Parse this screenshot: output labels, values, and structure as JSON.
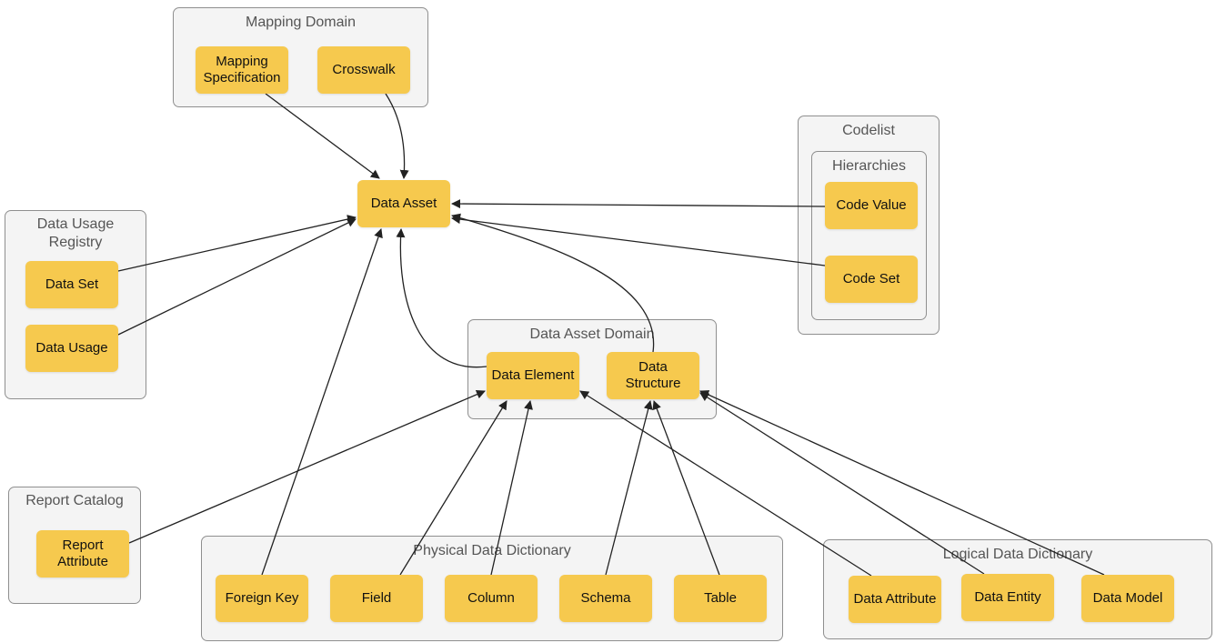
{
  "groups": {
    "mapping_domain": "Mapping Domain",
    "codelist": "Codelist",
    "hierarchies": "Hierarchies",
    "data_usage_registry": "Data Usage Registry",
    "data_asset_domain": "Data Asset Domain",
    "report_catalog": "Report Catalog",
    "physical_data_dictionary": "Physical Data Dictionary",
    "logical_data_dictionary": "Logical Data Dictionary"
  },
  "nodes": {
    "mapping_specification": "Mapping Specification",
    "crosswalk": "Crosswalk",
    "data_asset": "Data Asset",
    "code_value": "Code Value",
    "code_set": "Code Set",
    "data_set": "Data Set",
    "data_usage": "Data Usage",
    "data_element": "Data Element",
    "data_structure": "Data Structure",
    "report_attribute": "Report Attribute",
    "foreign_key": "Foreign Key",
    "field": "Field",
    "column": "Column",
    "schema": "Schema",
    "table": "Table",
    "data_attribute": "Data Attribute",
    "data_entity": "Data Entity",
    "data_model": "Data Model"
  },
  "colors": {
    "node_fill": "#f6c94e",
    "group_fill": "#f4f4f4",
    "group_border": "#8f8f8f",
    "edge": "#222222"
  },
  "edges": [
    [
      "mapping_specification",
      "data_asset"
    ],
    [
      "crosswalk",
      "data_asset"
    ],
    [
      "data_set",
      "data_asset"
    ],
    [
      "data_usage",
      "data_asset"
    ],
    [
      "foreign_key",
      "data_asset"
    ],
    [
      "data_element",
      "data_asset"
    ],
    [
      "data_structure",
      "data_asset"
    ],
    [
      "code_value",
      "data_asset"
    ],
    [
      "code_set",
      "data_asset"
    ],
    [
      "report_attribute",
      "data_element"
    ],
    [
      "field",
      "data_element"
    ],
    [
      "column",
      "data_element"
    ],
    [
      "data_attribute",
      "data_element"
    ],
    [
      "schema",
      "data_structure"
    ],
    [
      "table",
      "data_structure"
    ],
    [
      "data_entity",
      "data_structure"
    ],
    [
      "data_model",
      "data_structure"
    ]
  ]
}
